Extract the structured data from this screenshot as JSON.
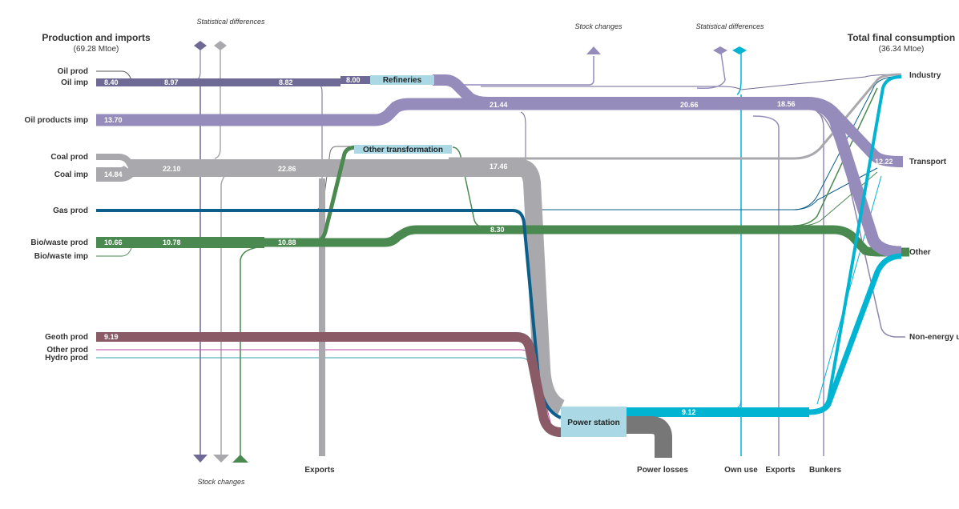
{
  "header_left": {
    "title": "Production and imports",
    "subtitle": "(69.28 Mtoe)"
  },
  "header_right": {
    "title": "Total final consumption",
    "subtitle": "(36.34 Mtoe)"
  },
  "sources": {
    "oil_prod": "Oil prod",
    "oil_imp": "Oil imp",
    "oil_products_imp": "Oil products imp",
    "coal_prod": "Coal prod",
    "coal_imp": "Coal imp",
    "gas_prod": "Gas prod",
    "bio_waste_prod": "Bio/waste prod",
    "bio_waste_imp": "Bio/waste imp",
    "geoth_prod": "Geoth prod",
    "other_prod": "Other prod",
    "hydro_prod": "Hydro prod"
  },
  "sinks_top": {
    "stat_diff_left": "Statistical differences",
    "stock_changes_top": "Stock  changes",
    "stat_diff_right": "Statistical differences"
  },
  "sinks_bottom": {
    "stock_changes": "Stock changes",
    "exports_left": "Exports",
    "power_losses": "Power losses",
    "own_use": "Own use",
    "exports_right": "Exports",
    "bunkers": "Bunkers"
  },
  "consumers": {
    "industry": "Industry",
    "transport": "Transport",
    "other": "Other",
    "non_energy": "Non-energy use"
  },
  "nodes": {
    "refineries": "Refineries",
    "other_transformation": "Other transformation",
    "power_station": "Power station"
  },
  "values": {
    "oil_imp": "8.40",
    "oil_1": "8.97",
    "oil_2": "8.82",
    "oil_3": "8.00",
    "oil_products_imp": "13.70",
    "oil_products_1": "21.44",
    "oil_products_2": "20.66",
    "oil_products_3": "18.56",
    "coal_imp": "14.84",
    "coal_1": "22.10",
    "coal_2": "22.86",
    "coal_3": "17.46",
    "bio_prod": "10.66",
    "bio_1": "10.78",
    "bio_2": "10.88",
    "bio_3": "8.30",
    "geoth": "9.19",
    "electricity": "9.12",
    "transport": "12.22"
  },
  "colors": {
    "oil": "#6f6a95",
    "oil_products": "#968cbb",
    "coal": "#a9a9ad",
    "gas": "#0b5f8a",
    "bio": "#4a8a50",
    "geoth": "#8a5a66",
    "other_prod": "#c24aa8",
    "hydro": "#2f9fa8",
    "electricity": "#00b4d2",
    "losses": "#777777",
    "node_box": "#aad8e4"
  }
}
